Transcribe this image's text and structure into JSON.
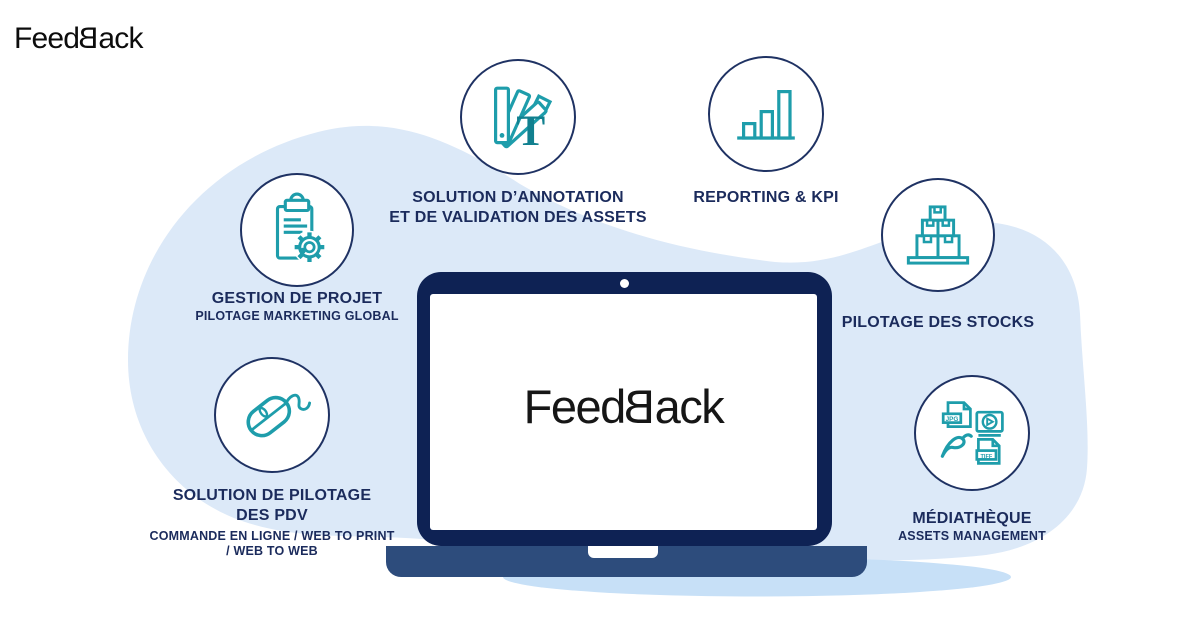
{
  "brand": {
    "logo_pre": "Feed",
    "logo_mirrored_letter": "B",
    "logo_post": "ack"
  },
  "laptop": {
    "screen_logo_pre": "Feed",
    "screen_logo_mirrored_letter": "B",
    "screen_logo_post": "ack"
  },
  "features": {
    "gestion": {
      "icon": "clipboard-gear-icon",
      "title": "GESTION DE PROJET",
      "subtitle": "PILOTAGE MARKETING GLOBAL"
    },
    "annotation": {
      "icon": "color-swatches-annotation-icon",
      "icon_letter": "T",
      "title_line1": "SOLUTION D’ANNOTATION",
      "title_line2": "ET DE VALIDATION DES ASSETS"
    },
    "reporting": {
      "icon": "bar-chart-icon",
      "title": "REPORTING & KPI"
    },
    "stocks": {
      "icon": "stacked-boxes-icon",
      "title": "PILOTAGE DES STOCKS"
    },
    "mediatheque": {
      "icon": "media-files-icon",
      "file_label_jpg": "JPG",
      "file_label_tiff": "TIFF",
      "title": "MÉDIATHÈQUE",
      "subtitle": "ASSETS MANAGEMENT"
    },
    "pdv": {
      "icon": "computer-mouse-icon",
      "title_line1": "SOLUTION DE PILOTAGE",
      "title_line2": "DES PDV",
      "subtitle_line1": "COMMANDE EN LIGNE / WEB TO PRINT",
      "subtitle_line2": "/ WEB TO WEB"
    }
  },
  "colors": {
    "icon_teal": "#1E9DAB",
    "annotation_letter_teal": "#11808F",
    "text_navy": "#1B2B5C",
    "circle_border_navy": "#1F3263",
    "laptop_lid_navy": "#0E2254",
    "laptop_base_blue": "#2D4C7C",
    "background_blob_blue": "#DCE9F8",
    "ground_shadow_blue": "#C7E0F7",
    "logo_black": "#161616"
  }
}
